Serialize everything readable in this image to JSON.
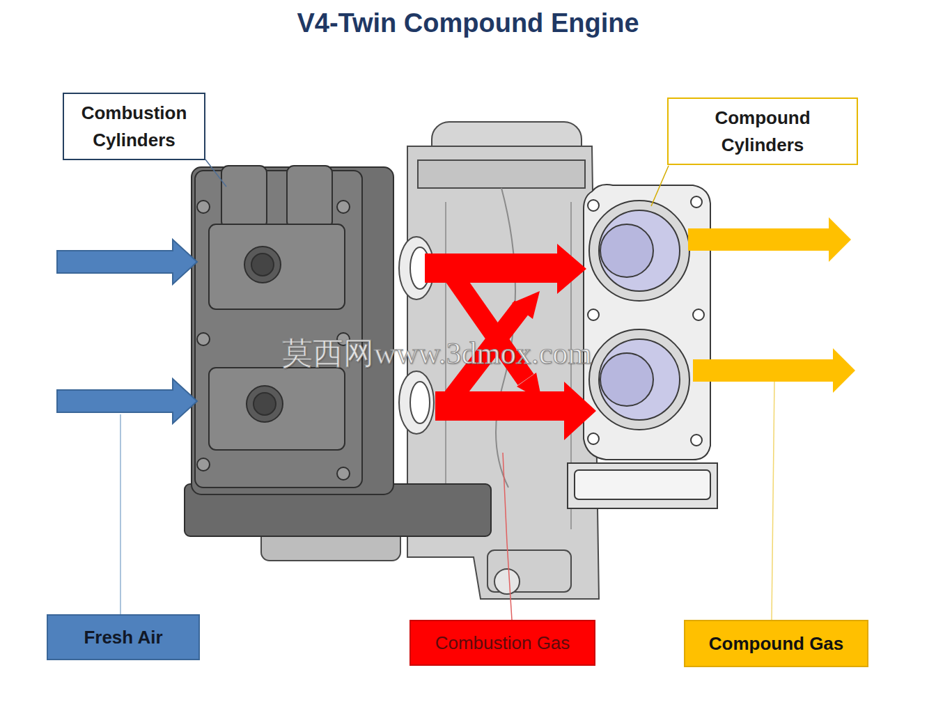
{
  "diagram": {
    "title": "V4-Twin Compound Engine",
    "nodes": [
      {
        "text": [
          "Combustion Cylinders"
        ]
      },
      {
        "text": [
          "Compound Cylinders"
        ]
      },
      {
        "text": [
          "Fresh Air"
        ]
      },
      {
        "text": [
          "Combustion Gas"
        ]
      },
      {
        "text": [
          "Compound Gas"
        ]
      }
    ],
    "labels": [
      "莫西网www.3dmox.com"
    ]
  }
}
